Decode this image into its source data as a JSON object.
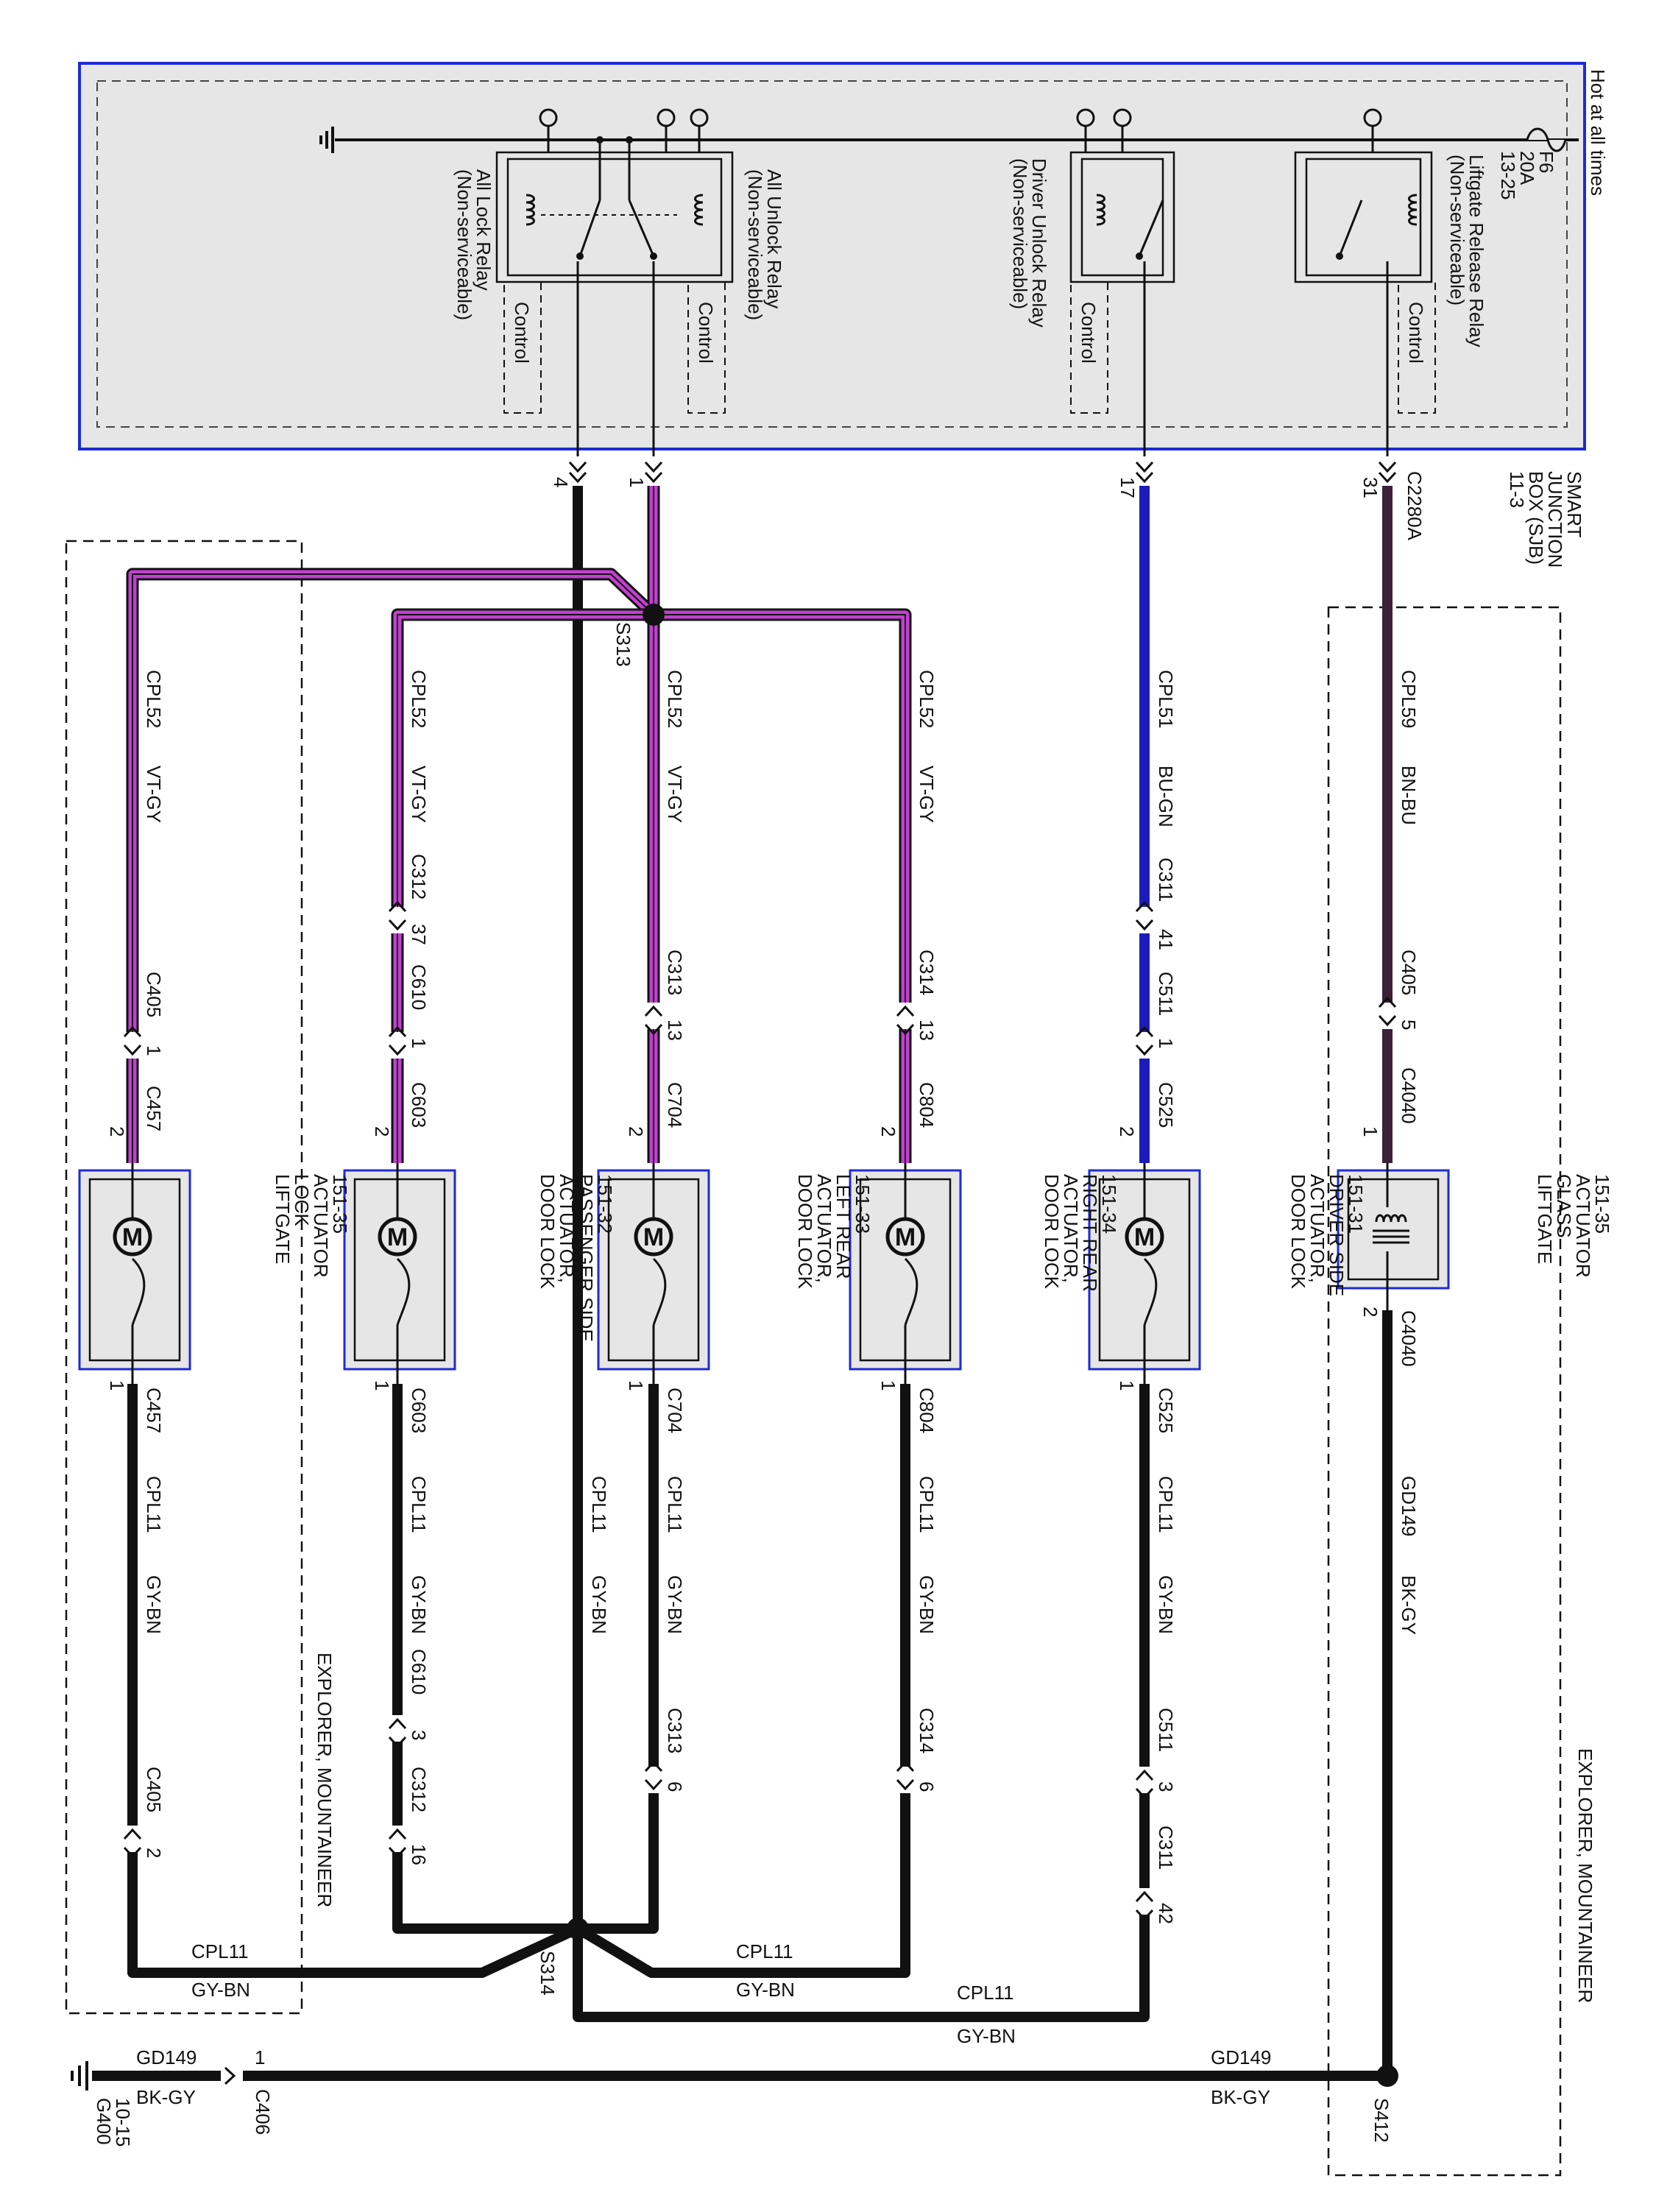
{
  "sjb": {
    "name_lines": [
      "SMART",
      "JUNCTION",
      "BOX (SJB)",
      "11-3"
    ],
    "hot_label": "Hot at all times",
    "fuse_lines": [
      "F6",
      "20A",
      "13-25"
    ],
    "connector": "C2280A"
  },
  "relays": [
    {
      "id": "all_lock",
      "lines": [
        "All Lock Relay",
        "(Non-serviceable)"
      ],
      "control": "Control"
    },
    {
      "id": "all_unlock",
      "lines": [
        "All Unlock Relay",
        "(Non-serviceable)"
      ],
      "control": "Control"
    },
    {
      "id": "driver_unlock",
      "lines": [
        "Driver Unlock Relay",
        "(Non-serviceable)"
      ],
      "control": "Control"
    },
    {
      "id": "liftgate_release",
      "lines": [
        "Liftgate Release Relay",
        "(Non-serviceable)"
      ],
      "control": "Control"
    }
  ],
  "pins": {
    "p4": "4",
    "p1": "1",
    "p17": "17",
    "p31": "31"
  },
  "splices": {
    "s313": "S313",
    "s314": "S314",
    "s412": "S412"
  },
  "circuits": {
    "cpl52": "CPL52",
    "vtgy": "VT-GY",
    "cpl51": "CPL51",
    "bugn": "BU-GN",
    "cpl59": "CPL59",
    "bnbu": "BN-BU",
    "cpl11": "CPL11",
    "gybn": "GY-BN",
    "gd149": "GD149",
    "bkgy": "BK-GY"
  },
  "connectors": {
    "c405": "C405",
    "c457": "C457",
    "c312": "C312",
    "c610": "C610",
    "c603": "C603",
    "c313": "C313",
    "c704": "C704",
    "c314": "C314",
    "c804": "C804",
    "c311": "C311",
    "c511": "C511",
    "c525": "C525",
    "c4040": "C4040",
    "c406": "C406"
  },
  "pin_numbers": {
    "n1": "1",
    "n2": "2",
    "n3": "3",
    "n5": "5",
    "n6": "6",
    "n13": "13",
    "n16": "16",
    "n37": "37",
    "n41": "41",
    "n42": "42"
  },
  "components": [
    {
      "id": "liftgate_lock",
      "lines": [
        "LIFTGATE",
        "LOCK",
        "ACTUATOR",
        "151-35"
      ]
    },
    {
      "id": "pass_side",
      "lines": [
        "DOOR LOCK",
        "ACTUATOR,",
        "PASSENGER SIDE",
        "151-32"
      ]
    },
    {
      "id": "left_rear",
      "lines": [
        "DOOR LOCK",
        "ACTUATOR,",
        "LEFT REAR",
        "151-33"
      ]
    },
    {
      "id": "right_rear",
      "lines": [
        "DOOR LOCK",
        "ACTUATOR,",
        "RIGHT REAR",
        "151-34"
      ]
    },
    {
      "id": "driver_side",
      "lines": [
        "DOOR LOCK",
        "ACTUATOR,",
        "DRIVER SIDE",
        "151-31"
      ]
    },
    {
      "id": "liftgate_glass",
      "lines": [
        "LIFTGATE",
        "GLASS",
        "ACTUATOR",
        "151-35"
      ]
    }
  ],
  "vehicle": {
    "left": "EXPLORER, MOUNTAINEER",
    "right": "EXPLORER, MOUNTAINEER"
  },
  "ground": {
    "lines": [
      "G400",
      "10-15"
    ]
  },
  "colors": {
    "sjb_border": "#1e2bd6",
    "box_fill": "#e6e6e6",
    "violet": "#c43fd2",
    "blue": "#1c1cbc",
    "brown": "#3c2038",
    "black": "#111111"
  }
}
